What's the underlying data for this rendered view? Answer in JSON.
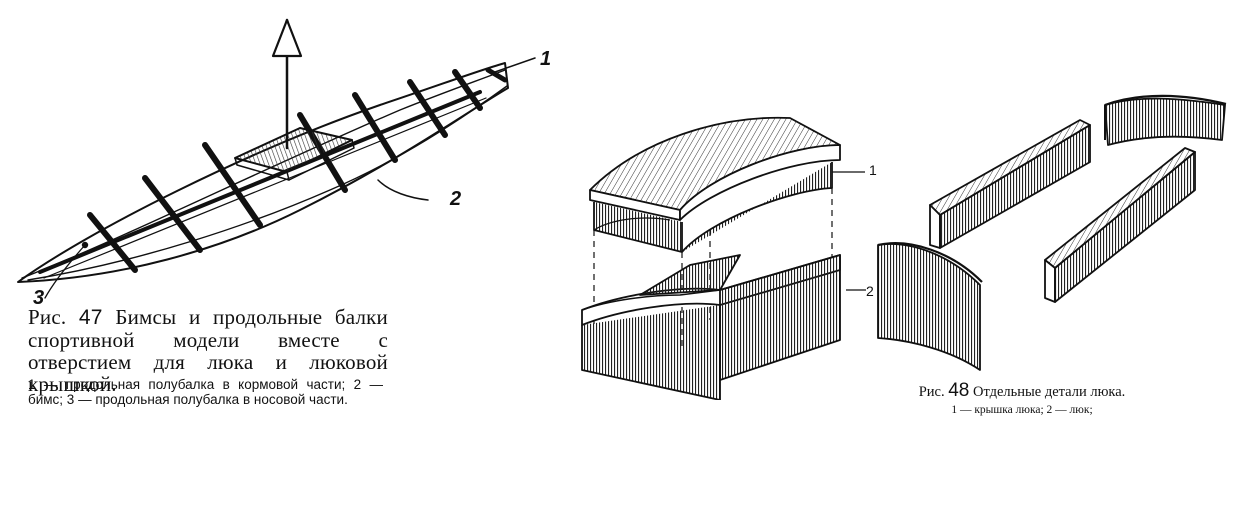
{
  "figure47": {
    "labels": [
      "1",
      "2",
      "3"
    ],
    "caption_prefix": "Рис.",
    "caption_number": "47",
    "caption_text": "Бимсы и продольные балки спортивной модели вместе с отверстием для люка и люковой крышкой.",
    "legend": "1 — продольная полубалка в кормовой части; 2 — бимс; 3 — продольная полубалка в носовой части."
  },
  "figure48": {
    "labels": [
      "1",
      "2"
    ],
    "caption_prefix": "Рис.",
    "caption_number": "48",
    "caption_text": "Отдельные детали люка.",
    "legend": "1 — крышка люка; 2 — люк;"
  }
}
